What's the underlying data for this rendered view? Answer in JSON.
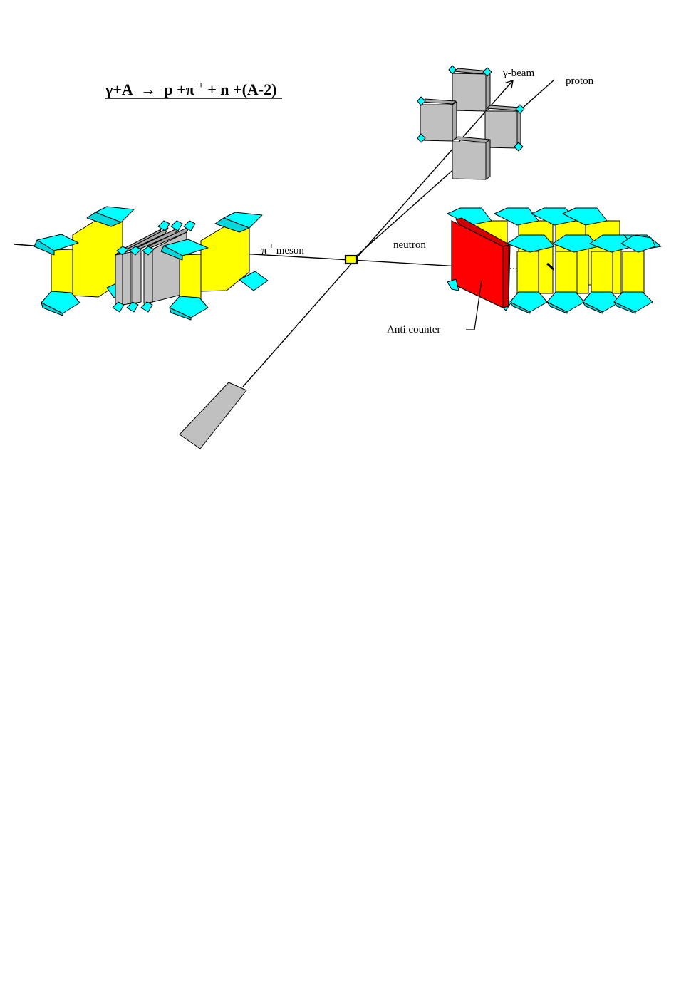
{
  "reaction": {
    "gamma": "γ+A",
    "arrow": "→",
    "products": "p +π",
    "pi_charge": "+",
    "rest": " + n +(A-2)"
  },
  "labels": {
    "gamma_beam": "γ-beam",
    "proton": "proton",
    "pi_symbol": "π",
    "pi_charge": "+",
    "pi_meson_word": " meson",
    "neutron": "neutron",
    "anti_counter": "Anti counter"
  },
  "colors": {
    "scintillator": "#ffff00",
    "photomultiplier": "#00ffff",
    "absorber": "#c0c0c0",
    "anti_counter": "#ff0000",
    "target": "#ffff00"
  }
}
